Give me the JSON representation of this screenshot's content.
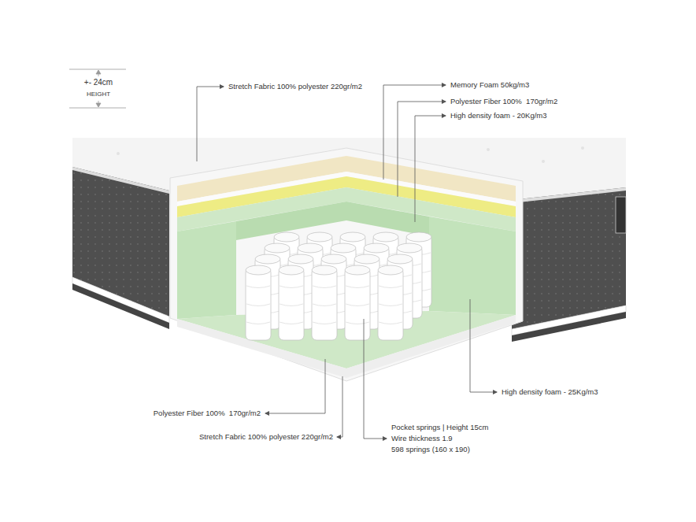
{
  "diagram": {
    "labels": [
      "+- 24cm",
      "HEIGHT",
      "Stretch Fabric 100% polyester 220gr/m2",
      "Memory Foam 50kg/m3",
      "Polyester Fiber 100%  170gr/m2",
      "High density foam - 20Kg/m3",
      "High density foam - 25Kg/m3",
      "Polyester Fiber 100%  170gr/m2",
      "Stretch Fabric 100% polyester 220gr/m2",
      "Pocket springs | Height 15cm",
      "Wire thickness 1.9",
      "598 springs (160 x 190)"
    ]
  }
}
